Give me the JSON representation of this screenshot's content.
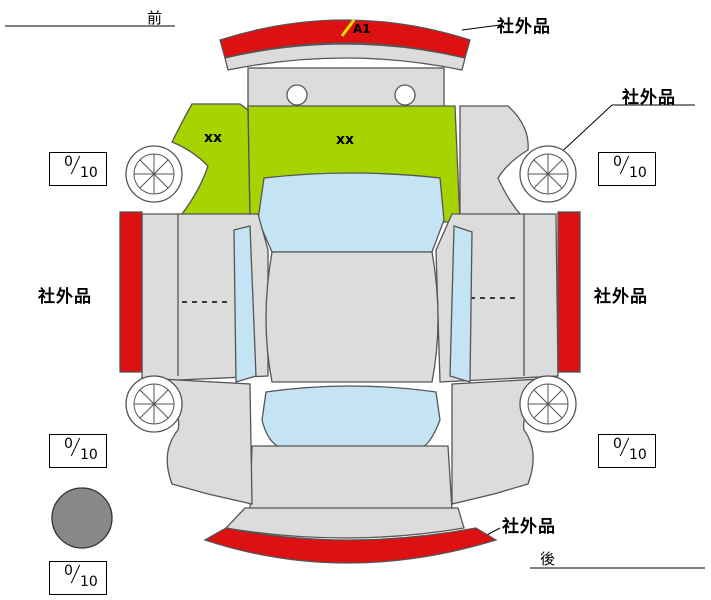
{
  "labels": {
    "front": "前",
    "rear": "後",
    "aftermarket": "社外品",
    "damage_code": "A1",
    "mark_hood": "xx",
    "mark_fender": "xx"
  },
  "tread": {
    "front_left": {
      "value": "0",
      "unit": "10"
    },
    "front_right": {
      "value": "0",
      "unit": "10"
    },
    "rear_left": {
      "value": "0",
      "unit": "10"
    },
    "rear_right": {
      "value": "0",
      "unit": "10"
    },
    "spare": {
      "value": "0",
      "unit": "10"
    }
  },
  "colors": {
    "body": "#dcdcdc",
    "outline": "#555555",
    "aftermarket_part": "#dd1111",
    "damaged_panel": "#a6d400",
    "glass": "#c4e4f4",
    "spare_tire": "#888888",
    "damage_marker": "#e6e000"
  }
}
